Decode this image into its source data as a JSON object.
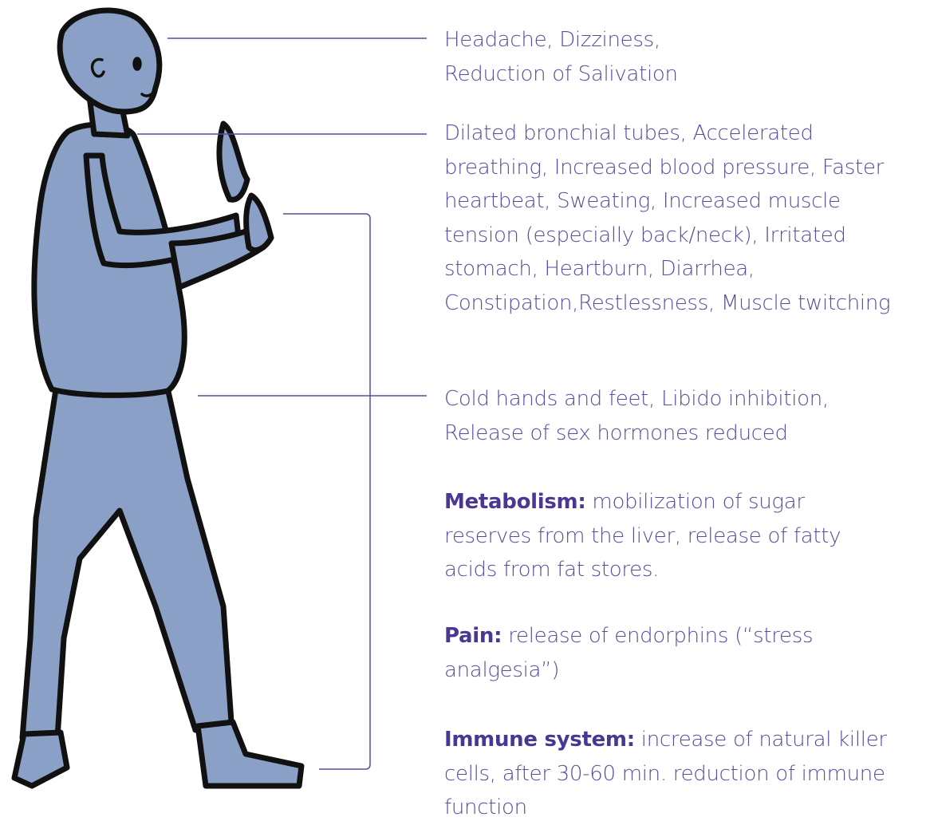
{
  "annotations": {
    "head": {
      "line1": "Headache, Dizziness,",
      "line2": "Reduction of Salivation"
    },
    "chest": {
      "text": "Dilated bronchial tubes, Accelerated breathing, Increased blood pressure, Faster heartbeat, Sweating, Increased muscle tension (especially back/neck), Irritated stomach, Heartburn, Diarrhea, Constipation,Restlessness, Muscle twitching"
    },
    "pelvis": {
      "line1": "Cold hands and feet, Libido inhibition,",
      "line2": "Release of sex hormones reduced"
    },
    "metabolism": {
      "term": "Metabolism:",
      "text": " mobilization of sugar reserves from the liver, release of fatty acids from fat stores."
    },
    "pain": {
      "term": "Pain:",
      "text": " release of endorphins (“stress analgesia”)"
    },
    "immune": {
      "term": "Immune system:",
      "text": " increase of natural killer cells, after 30-60 min. reduction of immune function"
    }
  },
  "colors": {
    "text": "#5b4a9e",
    "term": "#4a3794",
    "leader_line": "#5b4a9e",
    "figure_fill": "#8ba0c6",
    "figure_outline": "#111111"
  }
}
